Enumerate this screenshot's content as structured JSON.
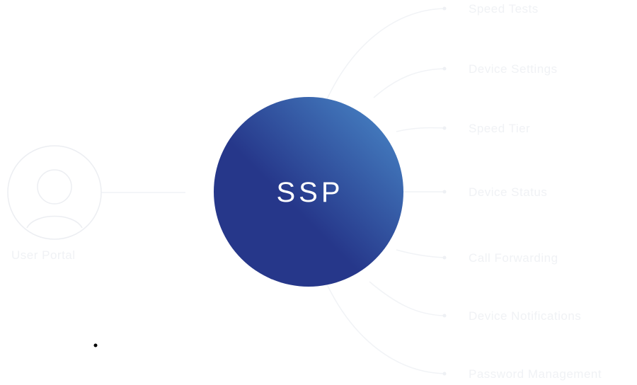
{
  "hub": {
    "label": "SSP",
    "gradient": [
      "#25387f",
      "#4a86c6"
    ]
  },
  "user": {
    "label": "User Portal",
    "icon": "user-icon"
  },
  "features": [
    {
      "label": "Speed Tests"
    },
    {
      "label": "Device Settings"
    },
    {
      "label": "Speed Tier"
    },
    {
      "label": "Device Status"
    },
    {
      "label": "Call Forwarding"
    },
    {
      "label": "Device Notifications"
    },
    {
      "label": "Password Management"
    }
  ],
  "colors": {
    "faint": "#f0f2f5",
    "background": "#ffffff",
    "dot": "#000000"
  }
}
